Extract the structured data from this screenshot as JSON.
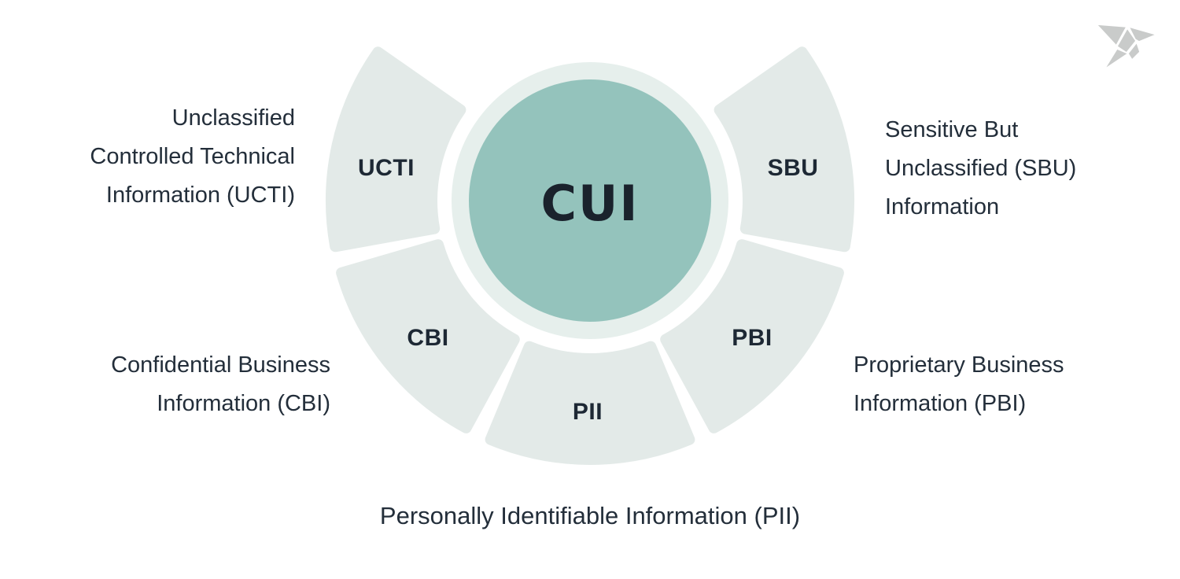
{
  "diagram": {
    "center_label": "CUI",
    "segments": [
      {
        "id": "ucti",
        "label": "UCTI",
        "desc_lines": [
          "Unclassified",
          "Controlled Technical",
          "Information (UCTI)"
        ]
      },
      {
        "id": "sbu",
        "label": "SBU",
        "desc_lines": [
          "Sensitive But",
          "Unclassified (SBU)",
          "Information"
        ]
      },
      {
        "id": "cbi",
        "label": "CBI",
        "desc_lines": [
          "Confidential Business",
          "Information (CBI)"
        ]
      },
      {
        "id": "pbi",
        "label": "PBI",
        "desc_lines": [
          "Proprietary Business",
          "Information (PBI)"
        ]
      },
      {
        "id": "pii",
        "label": "PII",
        "desc_lines": [
          "Personally Identifiable Information (PII)"
        ]
      }
    ],
    "colors": {
      "background": "#ffffff",
      "teal": "#94c3bc",
      "halo": "#e6efec",
      "segment": "#e3eae8",
      "center_text": "#1a222c",
      "label_dark": "#1d2834",
      "desc_text": "#232e3a",
      "logo_gray": "#c9cbca"
    },
    "logo_icon": "origami-bird-icon"
  }
}
